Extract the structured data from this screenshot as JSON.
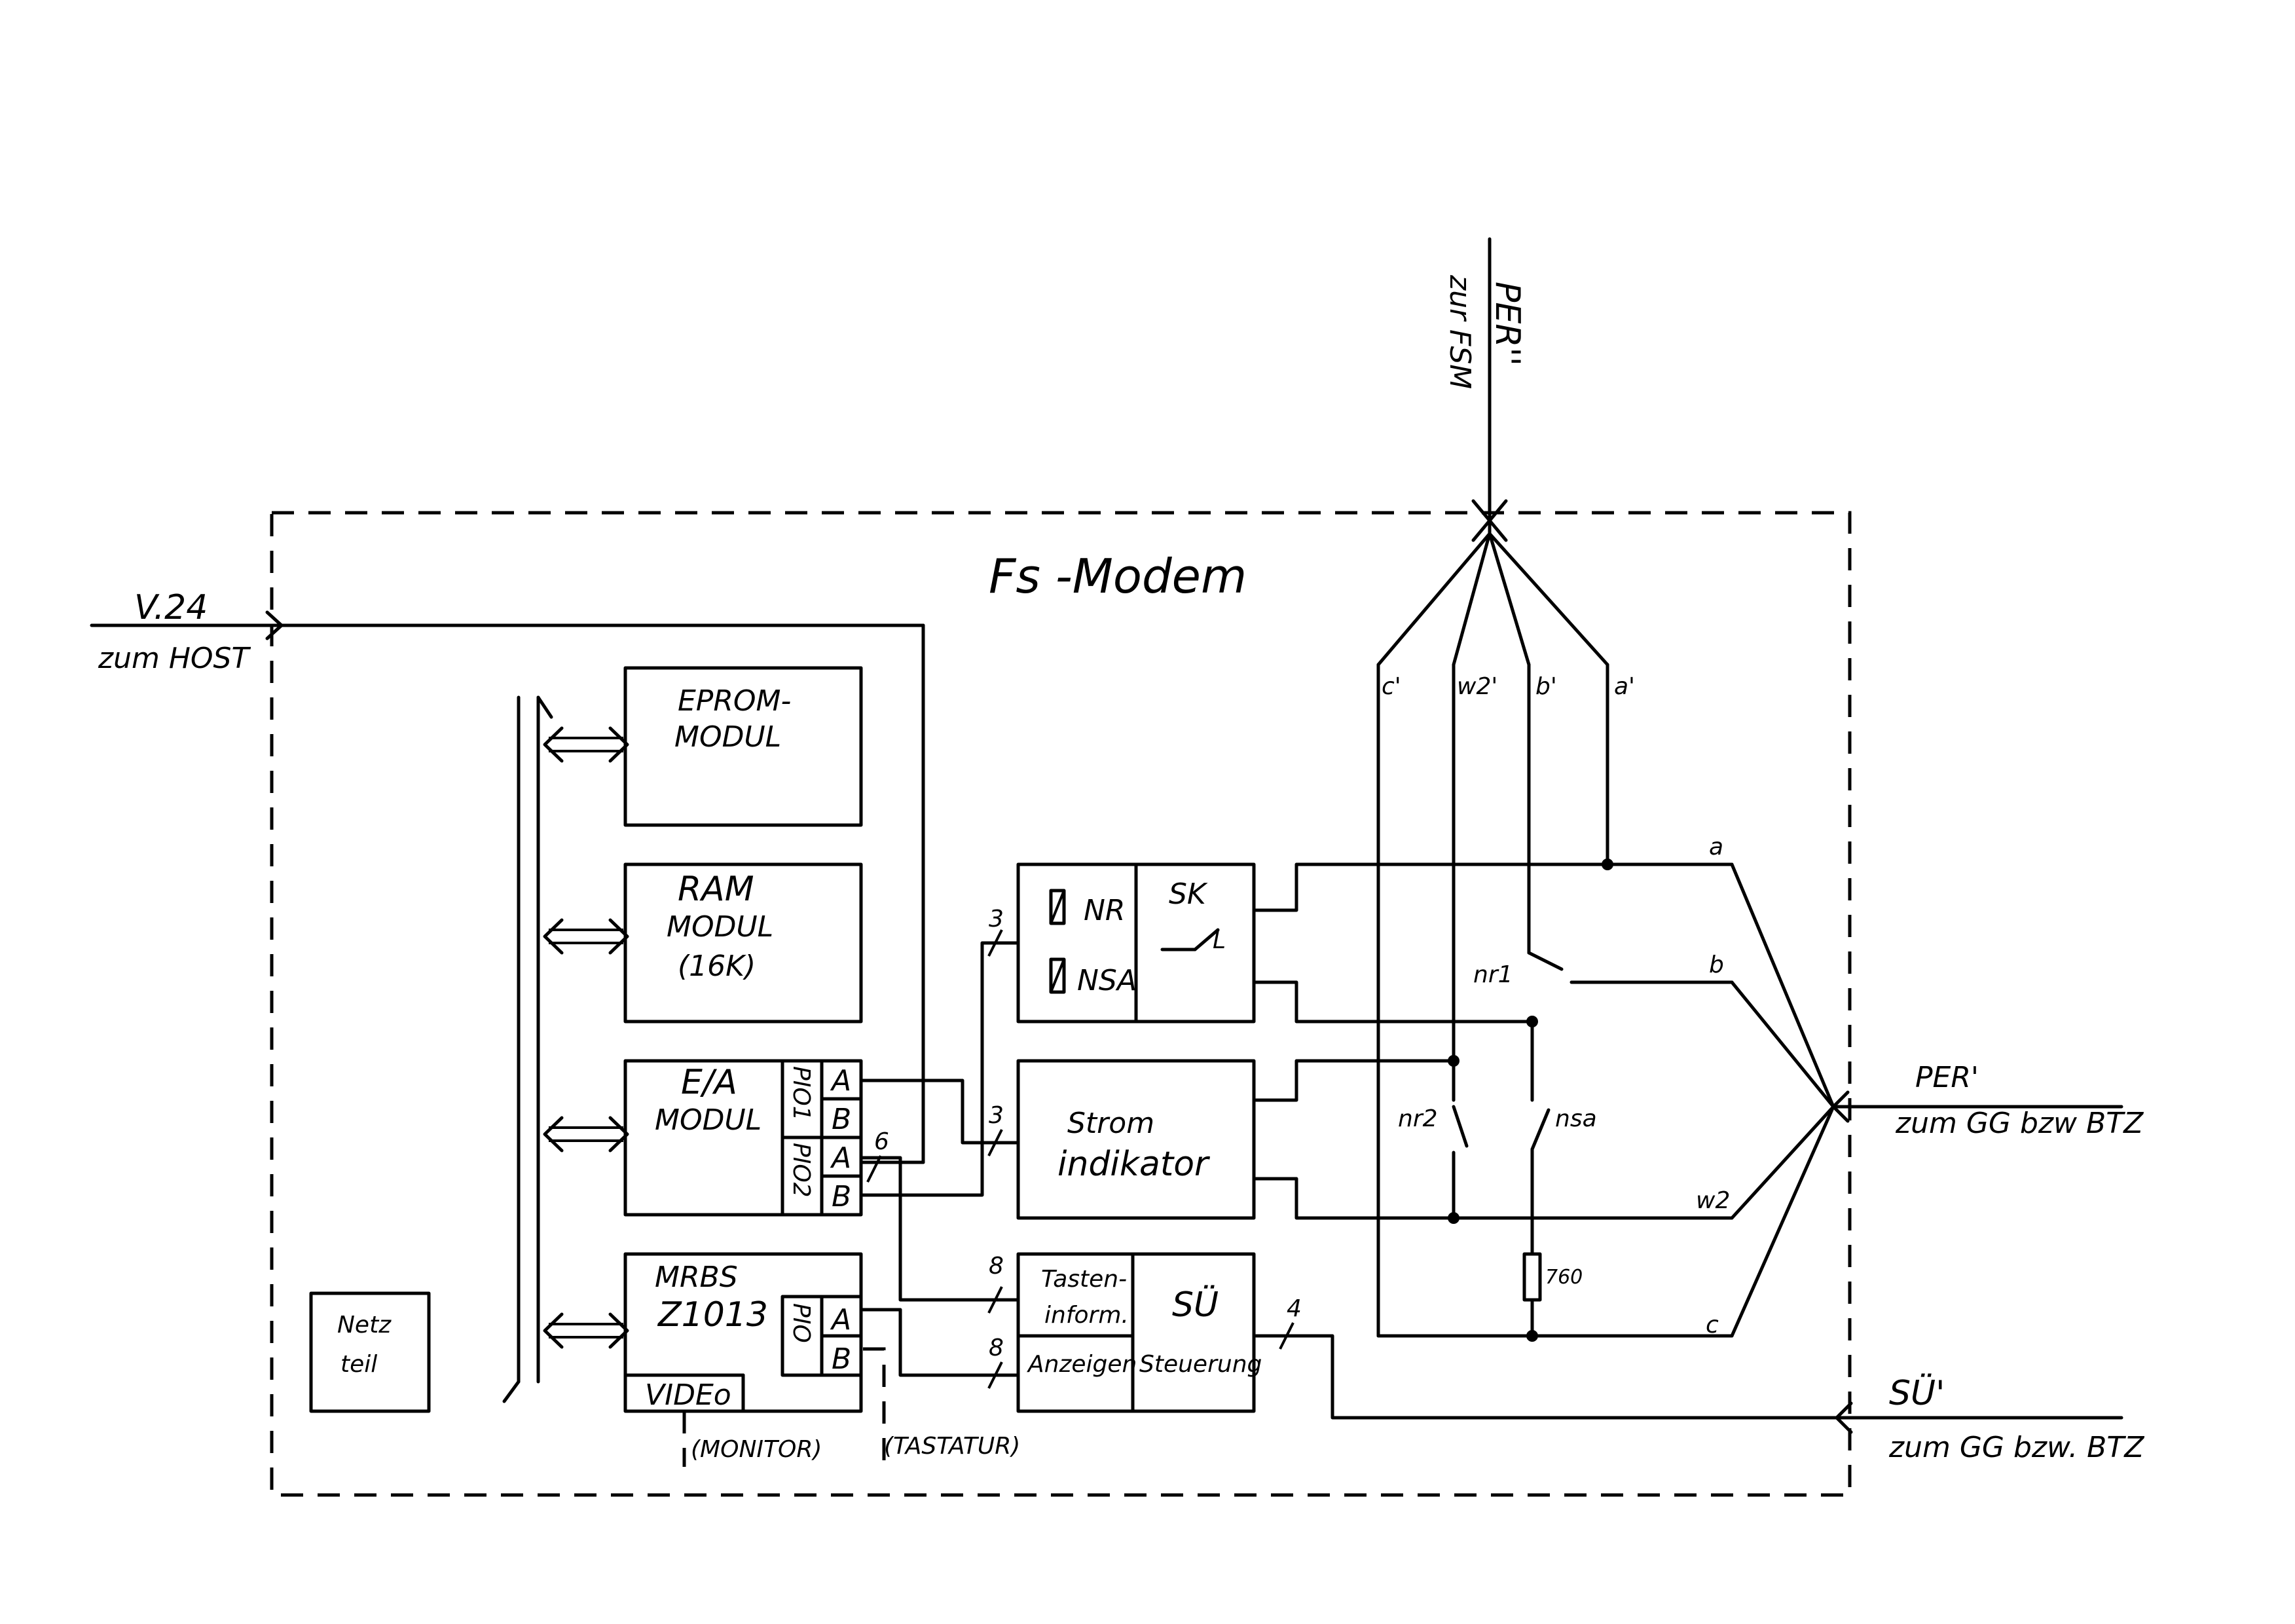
{
  "title": "Fs -Modem",
  "external": {
    "v24_label": "V.24",
    "v24_sub": "zum HOST",
    "per2_label": "PER''",
    "per2_sub": "zur FSM",
    "per1_label": "PER'",
    "per1_sub": "zum GG bzw BTZ",
    "su_label": "SÜ'",
    "su_sub": "zum GG bzw. BTZ"
  },
  "modules": {
    "eprom": [
      "EPROM-",
      "MODUL"
    ],
    "ram": [
      "RAM",
      "MODUL",
      "(16K)"
    ],
    "ea": [
      "E/A",
      "MODUL"
    ],
    "pio1": "PIO1",
    "pio2": "PIO2",
    "port_a": "A",
    "port_b": "B",
    "mrbs": [
      "MRBS",
      "Z1013"
    ],
    "pio": "PIO",
    "video": "VIDEo",
    "netzteil": [
      "Netz",
      "teil"
    ],
    "monitor": "(MONITOR)",
    "tastatur": "(TASTATUR)"
  },
  "relay": {
    "nr": "NR",
    "nsa": "NSA",
    "sk": "SK",
    "sk_sub": "L"
  },
  "strom": [
    "Strom",
    "indikator"
  ],
  "su_box": {
    "tasten": [
      "Tasten-",
      "inform."
    ],
    "anzeigen": "Anzeigen",
    "su": "SÜ",
    "steuerung": "Steuerung"
  },
  "bus_counts": {
    "c3a": "3",
    "c3b": "3",
    "c6": "6",
    "c8a": "8",
    "c8b": "8",
    "c4": "4"
  },
  "wires": {
    "c1": "c'",
    "w21": "w2'",
    "b1": "b'",
    "a1": "a'",
    "a": "a",
    "b": "b",
    "w2": "w2",
    "c": "c",
    "nr1": "nr1",
    "nr2": "nr2",
    "nsa_contact": "nsa",
    "resistor": "760"
  }
}
